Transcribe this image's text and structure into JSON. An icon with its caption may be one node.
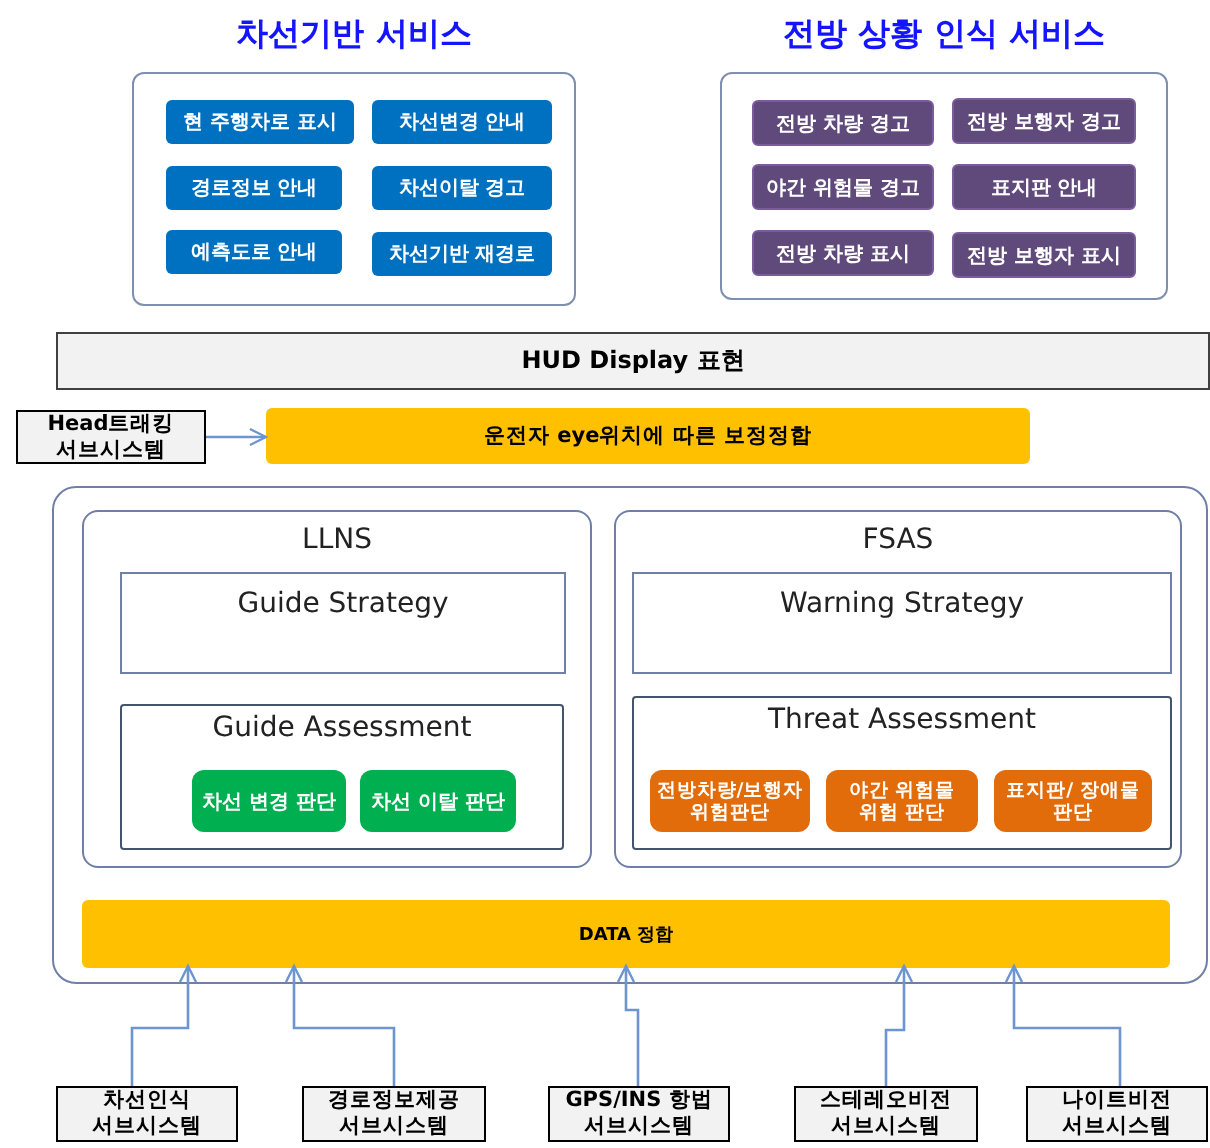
{
  "diagram": {
    "nodes": [
      {
        "text": [
          "차선기반 서비스"
        ]
      },
      {
        "text": [
          "현 주행차로 표시"
        ],
        "in": 0
      },
      {
        "text": [
          "차선변경 안내"
        ],
        "in": 0
      },
      {
        "text": [
          "경로정보 안내"
        ],
        "in": 0
      },
      {
        "text": [
          "차선이탈 경고"
        ],
        "in": 0
      },
      {
        "text": [
          "예측도로 안내"
        ],
        "in": 0
      },
      {
        "text": [
          "차선기반 재경로"
        ],
        "in": 0
      },
      {
        "text": [
          "전방 상황 인식 서비스"
        ]
      },
      {
        "text": [
          "전방 차량 경고"
        ],
        "in": 7
      },
      {
        "text": [
          "전방 보행자 경고"
        ],
        "in": 7
      },
      {
        "text": [
          "야간 위험물 경고"
        ],
        "in": 7
      },
      {
        "text": [
          "표지판 안내"
        ],
        "in": 7
      },
      {
        "text": [
          "전방 차량 표시"
        ],
        "in": 7
      },
      {
        "text": [
          "전방 보행자 표시"
        ],
        "in": 7
      },
      {
        "text": [
          "HUD Display 표현"
        ]
      },
      {
        "text": [
          "Head트래킹 서브시스템"
        ]
      },
      {
        "text": [
          "운전자 eye위치에 따른 보정정합"
        ]
      },
      {
        "text": [],
        "shape": "box"
      },
      {
        "text": [
          "LLNS"
        ],
        "in": 17
      },
      {
        "text": [
          "Guide Strategy"
        ],
        "in": 18
      },
      {
        "text": [
          "Guide Assessment"
        ],
        "in": 18
      },
      {
        "text": [
          "차선 변경 판단"
        ],
        "in": 20
      },
      {
        "text": [
          "차선 이탈 판단"
        ],
        "in": 20
      },
      {
        "text": [
          "FSAS"
        ],
        "in": 17
      },
      {
        "text": [
          "Warning  Strategy"
        ],
        "in": 23
      },
      {
        "text": [
          "Threat Assessment"
        ],
        "in": 23
      },
      {
        "text": [
          "전방차량/보행자 위험판단"
        ],
        "in": 25
      },
      {
        "text": [
          "야간 위험물 위험 판단"
        ],
        "in": 25
      },
      {
        "text": [
          "표지판/ 장애물 판단"
        ],
        "in": 25
      },
      {
        "text": [
          "DATA 정합"
        ],
        "in": 17
      },
      {
        "text": [
          "차선인식 서브시스템"
        ]
      },
      {
        "text": [
          "경로정보제공 서브시스템"
        ]
      },
      {
        "text": [
          "GPS/INS 항법 서브시스템"
        ]
      },
      {
        "text": [
          "스테레오비전 서브시스템"
        ]
      },
      {
        "text": [
          "나이트비전 서브시스템"
        ]
      }
    ],
    "edges": [
      {
        "from": 15,
        "to": 16,
        "arrow": "to"
      },
      {
        "from": 30,
        "to": 29,
        "arrow": "to"
      },
      {
        "from": 31,
        "to": 29,
        "arrow": "to"
      },
      {
        "from": 32,
        "to": 29,
        "arrow": "to"
      },
      {
        "from": 33,
        "to": 29,
        "arrow": "to"
      },
      {
        "from": 34,
        "to": 29,
        "arrow": "to"
      }
    ]
  }
}
